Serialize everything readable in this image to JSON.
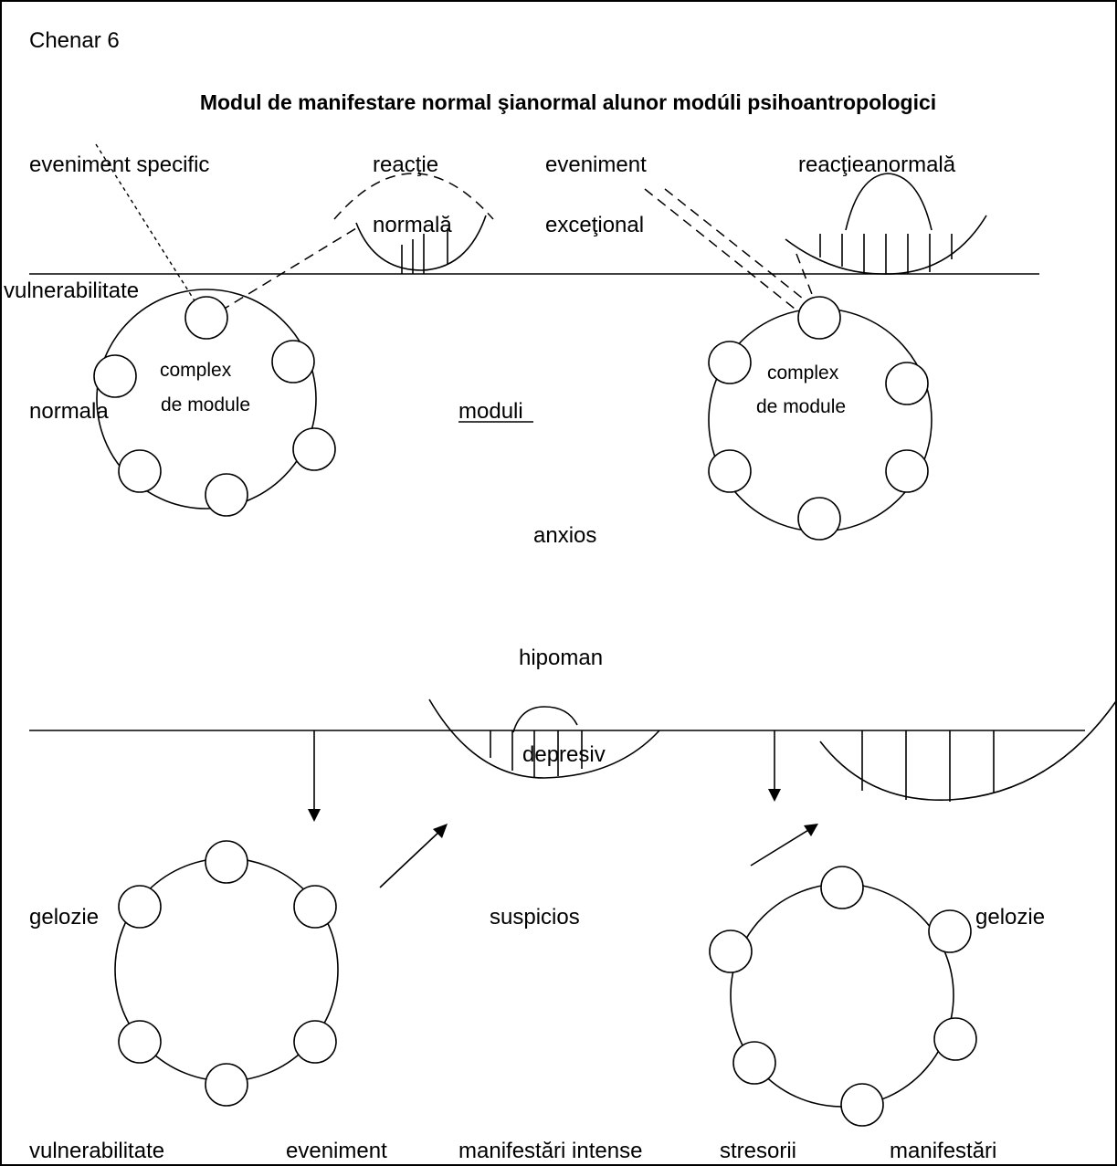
{
  "box_label": "Chenar 6",
  "title": "Modul de manifestare normal şianormal alunor modúli psihoantropologici",
  "labels": {
    "eveniment_specific": "eveniment specific",
    "reactie": "reacţie",
    "normala_reactie": "normală",
    "eveniment_top": "eveniment",
    "exceptional": "exceţional",
    "reactie_anormala": "reacţieanormală",
    "vulnerabilitate_top": "vulnerabilitate",
    "normala_left": "normala",
    "complex_left_1": "complex",
    "complex_left_2": "de module",
    "moduli": "moduli",
    "complex_right_1": "complex",
    "complex_right_2": "de module",
    "anxios": "anxios",
    "hipoman": "hipoman",
    "depresiv": "depresiv",
    "gelozie_left": "gelozie",
    "suspicios": "suspicios",
    "gelozie_right": "gelozie",
    "vulnerabilitate_bottom": "vulnerabilitate",
    "eveniment_bottom": "eveniment",
    "manifestari_intense": "manifestări intense",
    "stresorii": "stresorii",
    "manifestari": "manifestări"
  }
}
